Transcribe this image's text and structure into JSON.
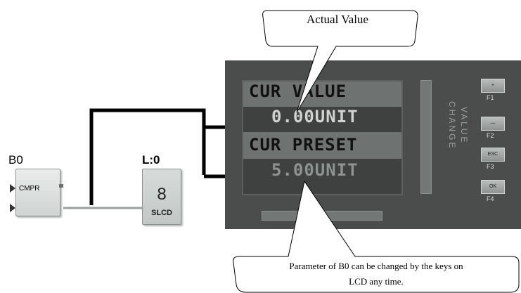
{
  "blocks": {
    "b0": {
      "name": "B0",
      "body": "CMPR"
    },
    "l0": {
      "name": "L:0",
      "value": "8",
      "body": "SLCD"
    }
  },
  "lcd": {
    "line1": "CUR VALUE",
    "line2": "0.00UNIT",
    "line3": "CUR PRESET",
    "line4": "5.00UNIT",
    "side_vertical_1": "CHANGE",
    "side_vertical_2": "VALUE",
    "keys": [
      {
        "symbol": "+",
        "label": "F1"
      },
      {
        "symbol": "—",
        "label": "F2"
      },
      {
        "symbol": "ESC",
        "label": "F3"
      },
      {
        "symbol": "OK",
        "label": "F4"
      }
    ]
  },
  "callouts": {
    "actual": "Actual Value",
    "parameter_line1": "Parameter of B0 can be changed by the keys on",
    "parameter_line2": "LCD any time."
  }
}
